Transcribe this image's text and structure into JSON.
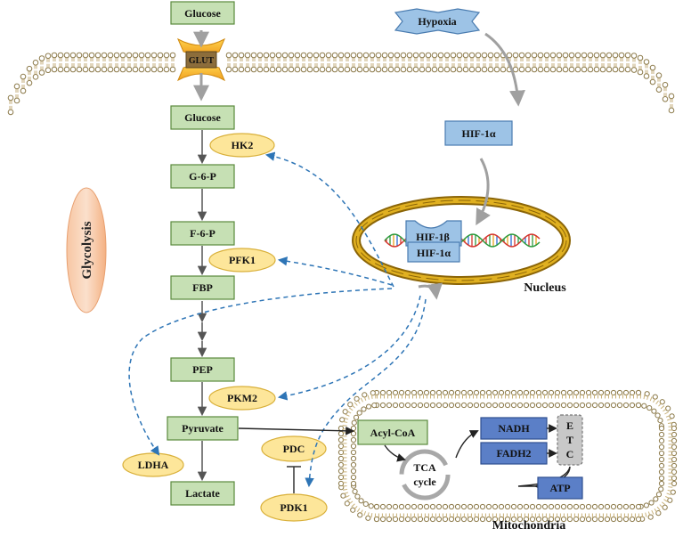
{
  "colors": {
    "green_fill": "#c6e0b4",
    "green_stroke": "#5a8a3c",
    "yellow_fill": "#fde69a",
    "yellow_stroke": "#d9b03a",
    "blue_fill": "#9dc3e6",
    "blue_stroke": "#4a7cb0",
    "dark_blue_fill": "#5b7fc7",
    "nucleus_ring": "#b8860b",
    "pathway_arrow": "#555555",
    "dashed_arrow": "#2e75b6",
    "glycolysis_label_fill": "#f4b183"
  },
  "labels": {
    "glucose_out": "Glucose",
    "glut": "GLUT",
    "glucose_in": "Glucose",
    "hk2": "HK2",
    "g6p": "G-6-P",
    "f6p": "F-6-P",
    "pfk1": "PFK1",
    "fbp": "FBP",
    "pep": "PEP",
    "pkm2": "PKM2",
    "pyruvate": "Pyruvate",
    "ldha": "LDHA",
    "lactate": "Lactate",
    "pdc": "PDC",
    "pdk1": "PDK1",
    "glycolysis": "Glycolysis",
    "hypoxia": "Hypoxia",
    "hif1a_cyto": "HIF-1α",
    "hif1b": "HIF-1β",
    "hif1a_nuc": "HIF-1α",
    "nucleus": "Nucleus",
    "acyl_coa": "Acyl-CoA",
    "tca_line1": "TCA",
    "tca_line2": "cycle",
    "nadh": "NADH",
    "fadh2": "FADH2",
    "etc_e": "E",
    "etc_t": "T",
    "etc_c": "C",
    "atp": "ATP",
    "mitochondria": "Mitochondria"
  }
}
